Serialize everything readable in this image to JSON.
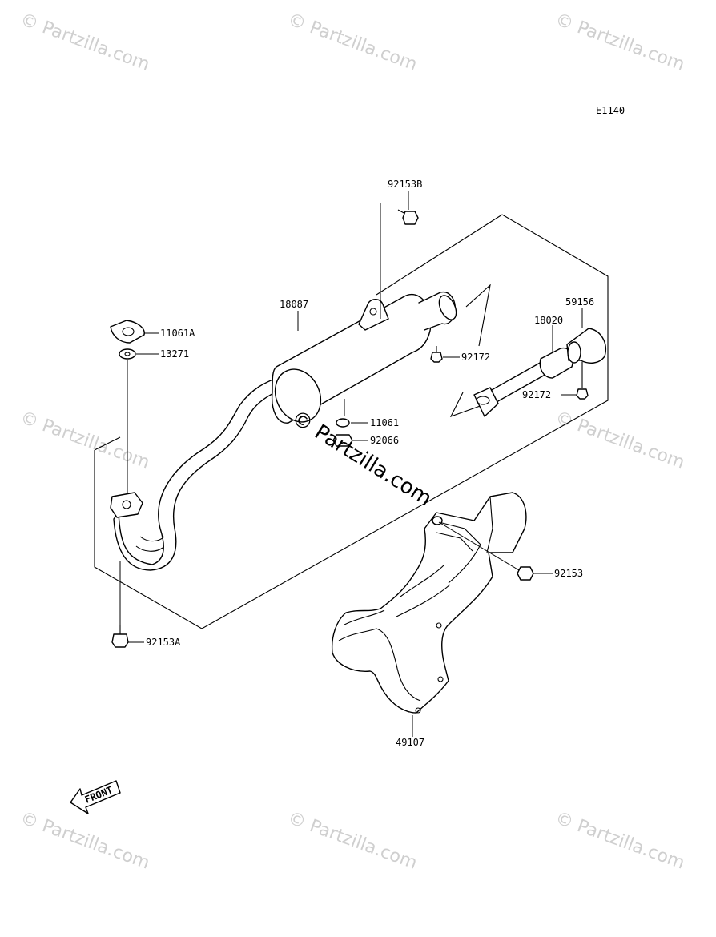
{
  "diagram_code": "E1140",
  "watermark": {
    "repeat_text": "© Partzilla.com",
    "center_text": "© Partzilla.com"
  },
  "front_label": "FRONT",
  "parts": [
    {
      "id": "p-92153b",
      "number": "92153B"
    },
    {
      "id": "p-18087",
      "number": "18087"
    },
    {
      "id": "p-11061a",
      "number": "11061A"
    },
    {
      "id": "p-13271",
      "number": "13271"
    },
    {
      "id": "p-92172-a",
      "number": "92172"
    },
    {
      "id": "p-59156",
      "number": "59156"
    },
    {
      "id": "p-18020",
      "number": "18020"
    },
    {
      "id": "p-92172-b",
      "number": "92172"
    },
    {
      "id": "p-11061",
      "number": "11061"
    },
    {
      "id": "p-92066",
      "number": "92066"
    },
    {
      "id": "p-92153",
      "number": "92153"
    },
    {
      "id": "p-92153a",
      "number": "92153A"
    },
    {
      "id": "p-49107",
      "number": "49107"
    }
  ]
}
